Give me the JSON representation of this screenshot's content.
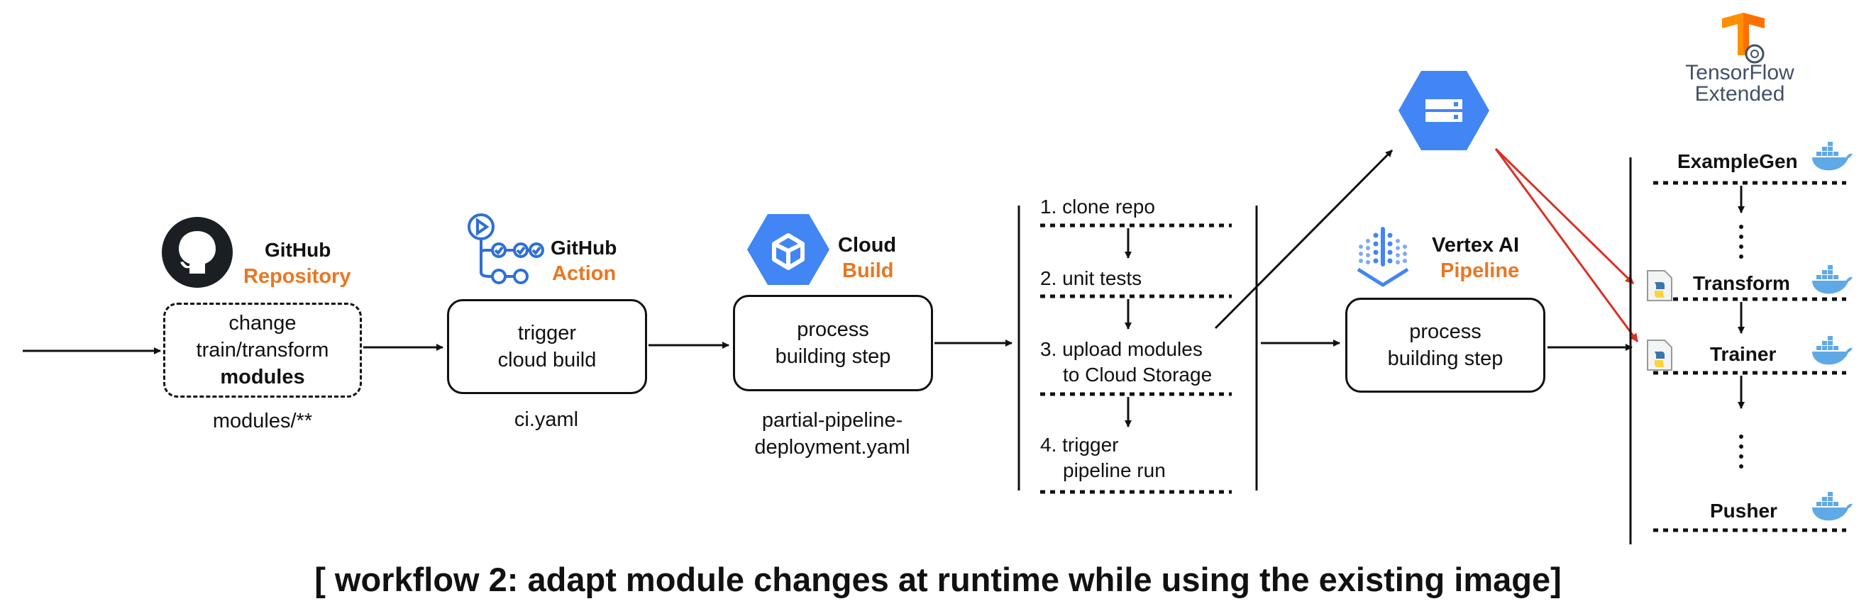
{
  "github_repo": {
    "title": "GitHub",
    "subtitle": "Repository",
    "box_line1": "change",
    "box_line2": "train/transform",
    "box_line3": "modules",
    "caption": "modules/**"
  },
  "github_action": {
    "title": "GitHub",
    "subtitle": "Action",
    "box_line1": "trigger",
    "box_line2": "cloud build",
    "caption": "ci.yaml"
  },
  "cloud_build": {
    "title": "Cloud",
    "subtitle": "Build",
    "box_line1": "process",
    "box_line2": "building step",
    "caption_line1": "partial-pipeline-",
    "caption_line2": "deployment.yaml"
  },
  "steps": {
    "s1": "1. clone repo",
    "s2": "2. unit tests",
    "s3a": "3. upload modules",
    "s3b": "to Cloud Storage",
    "s4a": "4. trigger",
    "s4b": "pipeline run"
  },
  "vertex": {
    "title": "Vertex AI",
    "subtitle": "Pipeline",
    "box_line1": "process",
    "box_line2": "building step"
  },
  "tfx": {
    "logo_line1": "TensorFlow",
    "logo_line2": "Extended",
    "stages": [
      "ExampleGen",
      "Transform",
      "Trainer",
      "Pusher"
    ]
  },
  "caption": "[ workflow 2:  adapt module changes at runtime while using the existing image]",
  "colors": {
    "accent": "#E87722",
    "gcp_blue": "#4285F4",
    "red_arrow": "#D93025",
    "docker_blue": "#5FA9E6"
  }
}
